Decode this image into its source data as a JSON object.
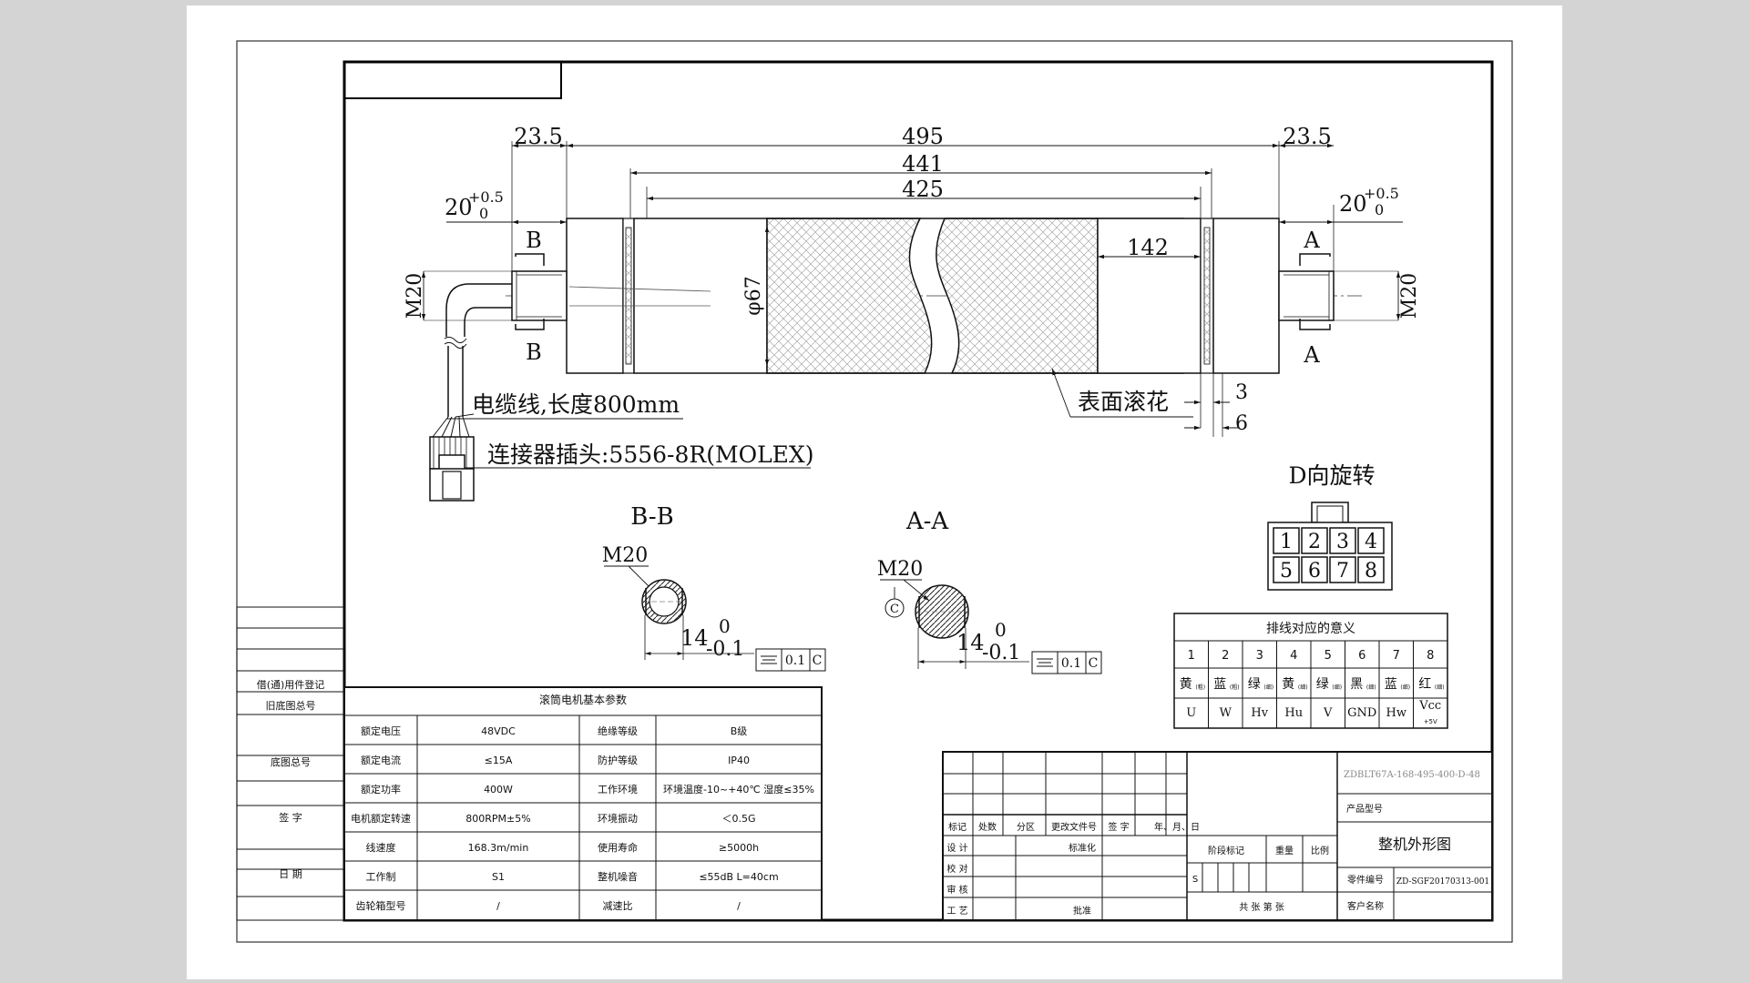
{
  "dims": {
    "end_left": "23.5",
    "overall": "495",
    "tube": "441",
    "knurl": "425",
    "end_right": "23.5",
    "shaft_len_base": "20",
    "shaft_len_tol_upper": "+0.5",
    "shaft_len_tol_lower": "0",
    "diameter": "φ67",
    "segment": "142",
    "groove_inner": "3",
    "groove_outer": "6",
    "thread_left": "M20",
    "thread_right": "M20"
  },
  "section_marks": {
    "b": "B",
    "a": "A"
  },
  "callouts": {
    "cable": "电缆线,长度800mm",
    "connector": "连接器插头:5556-8R(MOLEX)",
    "surface": "表面滚花"
  },
  "sections": {
    "bb_title": "B-B",
    "aa_title": "A-A",
    "thread": "M20",
    "flat_base": "14",
    "flat_tol_upper": "0",
    "flat_tol_lower": "-0.1",
    "tolerance_value": "0.1",
    "datum": "C"
  },
  "connector_view": {
    "title": "D向旋转",
    "pins": [
      "1",
      "2",
      "3",
      "4",
      "5",
      "6",
      "7",
      "8"
    ]
  },
  "wiring_table": {
    "title": "排线对应的意义",
    "pins": [
      "1",
      "2",
      "3",
      "4",
      "5",
      "6",
      "7",
      "8"
    ],
    "colors": [
      "黄",
      "蓝",
      "绿",
      "黄",
      "绿",
      "黑",
      "蓝",
      "红"
    ],
    "sizes": [
      "(粗)",
      "(粗)",
      "(细)",
      "(细)",
      "(细)",
      "(细)",
      "(细)",
      "(细)"
    ],
    "signals": [
      "U",
      "W",
      "Hv",
      "Hu",
      "V",
      "GND",
      "Hw",
      "Vcc"
    ],
    "signal_note": "+5V"
  },
  "params_table": {
    "title": "滚筒电机基本参数",
    "rows": [
      [
        "额定电压",
        "48VDC",
        "绝缘等级",
        "B级"
      ],
      [
        "额定电流",
        "≤15A",
        "防护等级",
        "IP40"
      ],
      [
        "额定功率",
        "400W",
        "工作环境",
        "环境温度-10~+40℃ 湿度≤35%"
      ],
      [
        "电机额定转速",
        "800RPM±5%",
        "环境振动",
        "＜0.5G"
      ],
      [
        "线速度",
        "168.3m/min",
        "使用寿命",
        "≥5000h"
      ],
      [
        "工作制",
        "S1",
        "整机噪音",
        "≤55dB  L=40cm"
      ],
      [
        "齿轮箱型号",
        "/",
        "减速比",
        "/"
      ]
    ]
  },
  "side_labels": [
    "借(通)用件登记",
    "旧底图总号",
    "底图总号",
    "签  字",
    "日  期"
  ],
  "title_block": {
    "change_headers": [
      "标记",
      "处数",
      "分区",
      "更改文件号",
      "签 字",
      "年、月、日"
    ],
    "roles": [
      "设 计",
      "校 对",
      "审 核",
      "工 艺"
    ],
    "standardize": "标准化",
    "approve": "批准",
    "stage_mark": "阶段标记",
    "weight": "重量",
    "scale": "比例",
    "stage_value": "S",
    "sheets": "共    张  第    张",
    "model_code": "ZDBLT67A-168-495-400-D-48",
    "product_model_label": "产品型号",
    "drawing_name": "整机外形图",
    "part_no_label": "零件编号",
    "part_no": "ZD-SGF20170313-001",
    "customer_label": "客户名称"
  }
}
